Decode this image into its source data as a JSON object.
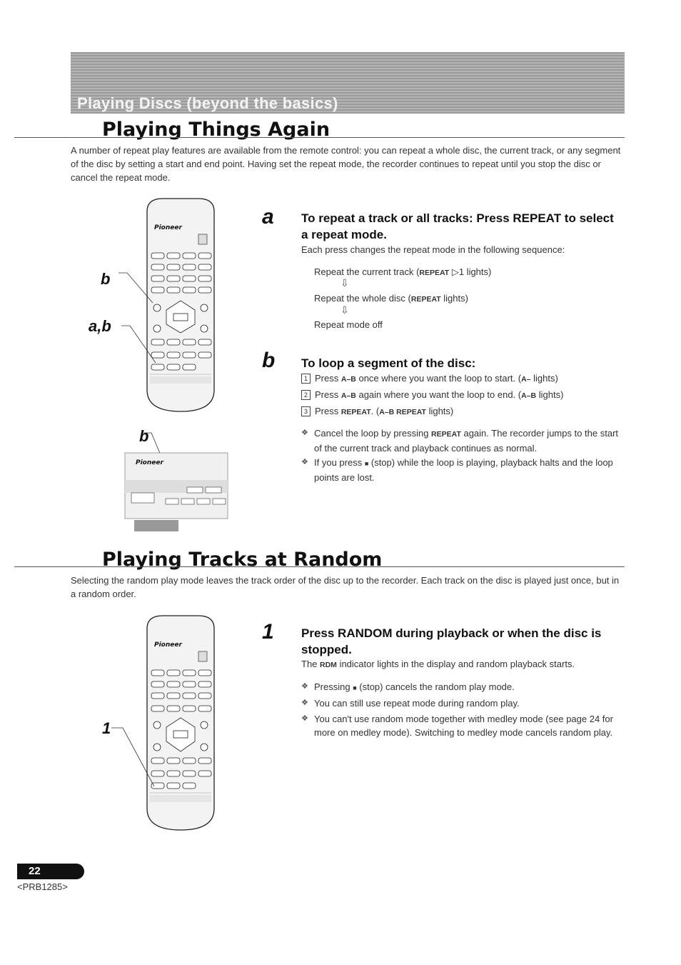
{
  "banner": {
    "title": "Playing Discs (beyond the basics)"
  },
  "section1": {
    "title": "Playing Things Again",
    "intro": "A number of repeat play features are available from the remote control: you can repeat a whole disc, the current track, or any segment of the disc by setting a start and end point. Having set the repeat mode, the recorder continues to repeat until you stop the disc or cancel the repeat mode.",
    "callouts": {
      "b1": "b",
      "ab": "a,b",
      "b2": "b"
    },
    "step_a": {
      "letter": "a",
      "heading": "To repeat a track or all tracks: Press REPEAT to select a repeat mode.",
      "desc": "Each press changes the repeat mode in the following sequence:",
      "seq1_pre": "Repeat the current track (",
      "seq1_key": "REPEAT",
      "seq1_sym": " ▷1",
      "seq1_post": " lights)",
      "seq2_pre": "Repeat the whole disc (",
      "seq2_key": "REPEAT",
      "seq2_post": " lights)",
      "seq3": "Repeat mode off",
      "arrow": "⇩"
    },
    "step_b": {
      "letter": "b",
      "heading": "To loop a segment of the disc:",
      "i1_num": "1",
      "i1_pre": "Press ",
      "i1_key": "A–B",
      "i1_mid": " once where you want the loop to start. (",
      "i1_key2": "A–",
      "i1_post": " lights)",
      "i2_num": "2",
      "i2_pre": "Press ",
      "i2_key": "A–B",
      "i2_mid": " again where you want the loop to end. (",
      "i2_key2": "A–B",
      "i2_post": " lights)",
      "i3_num": "3",
      "i3_pre": "Press ",
      "i3_key": "REPEAT",
      "i3_mid": ". (",
      "i3_key2": "A–B REPEAT",
      "i3_post": " lights)",
      "bullet": "❖",
      "n1_pre": "Cancel the loop by pressing ",
      "n1_key": "REPEAT",
      "n1_post": " again. The recorder jumps to the start of the current track and playback continues as normal.",
      "n2_pre": "If you press ",
      "n2_sym": "■",
      "n2_post": " (stop) while the loop is playing, playback halts and the loop points are lost."
    }
  },
  "section2": {
    "title": "Playing Tracks at Random",
    "intro": "Selecting the random play mode leaves the track order of the disc up to the recorder. Each track on the disc is played just once, but in a random order.",
    "callout": "1",
    "step1": {
      "number": "1",
      "heading": "Press RANDOM during playback or when the disc is stopped.",
      "desc_pre": "The ",
      "desc_key": "RDM",
      "desc_post": " indicator lights in the display and random playback starts.",
      "bullet": "❖",
      "n1_pre": "Pressing ",
      "n1_sym": "■",
      "n1_post": " (stop) cancels the random play mode.",
      "n2": "You can still use repeat mode during random play.",
      "n3": "You can't use random mode together with medley mode (see page 24 for more on medley mode). Switching to medley mode cancels random play."
    }
  },
  "remote": {
    "brand": "Pioneer"
  },
  "footer": {
    "page": "22",
    "code": "<PRB1285>"
  }
}
